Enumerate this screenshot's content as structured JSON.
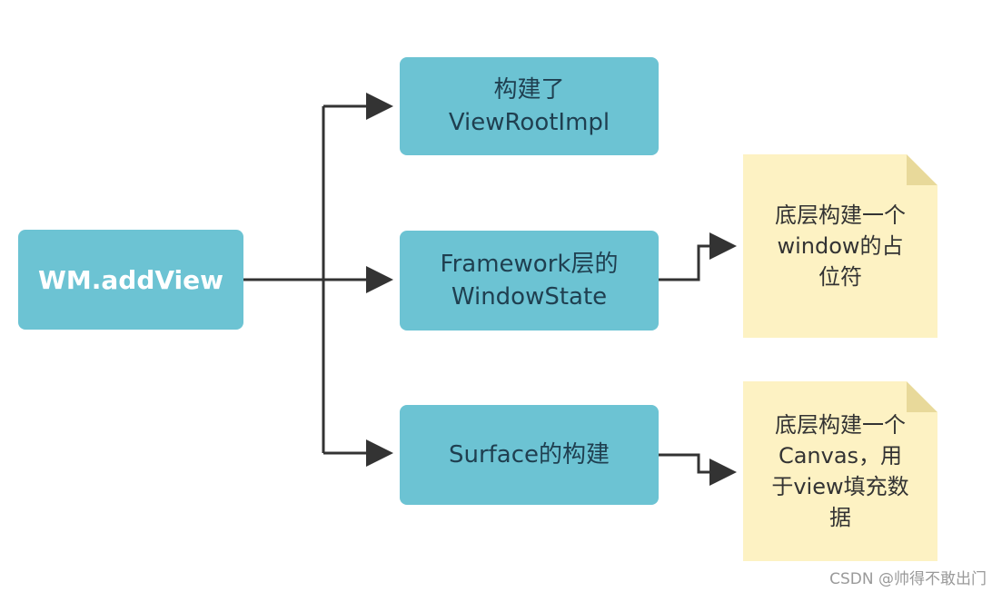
{
  "root": {
    "label": "WM.addView"
  },
  "steps": [
    {
      "line1": "构建了",
      "line2": "ViewRootImpl"
    },
    {
      "line1": "Framework层的",
      "line2": "WindowState"
    },
    {
      "line1": "Surface的构建",
      "line2": ""
    }
  ],
  "notes": [
    {
      "lines": [
        "底层构建一个",
        "window的占",
        "位符"
      ]
    },
    {
      "lines": [
        "底层构建一个",
        "Canvas，用",
        "于view填充数",
        "据"
      ]
    }
  ],
  "watermark": "CSDN @帅得不敢出门",
  "colors": {
    "box_fill": "#6cc3d3",
    "note_fill": "#fdf2c3",
    "connector": "#333333"
  }
}
